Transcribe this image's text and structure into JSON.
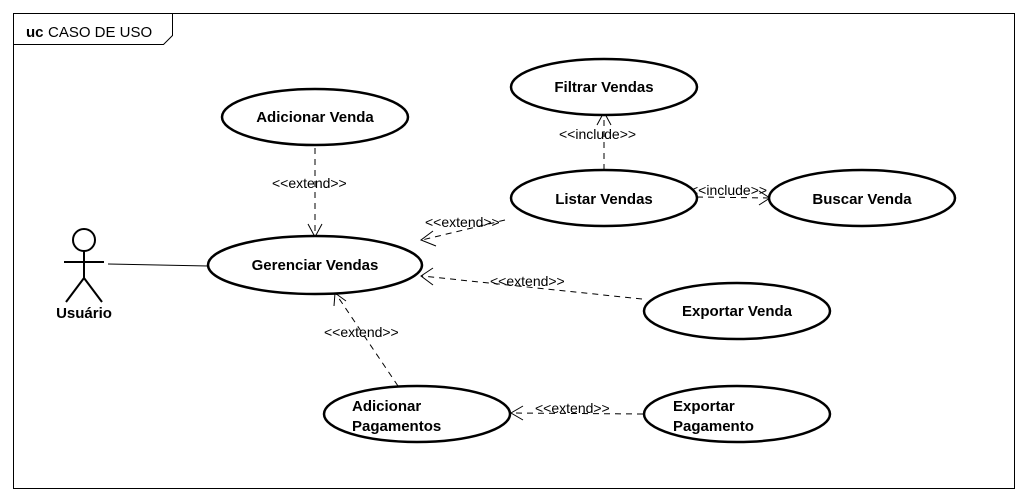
{
  "frame": {
    "keyword": "uc",
    "name": "CASO DE USO"
  },
  "actor": {
    "name": "Usuário"
  },
  "use_cases": {
    "adicionar_venda": [
      "Adicionar Venda"
    ],
    "gerenciar_vendas": [
      "Gerenciar Vendas"
    ],
    "filtrar_vendas": [
      "Filtrar Vendas"
    ],
    "listar_vendas": [
      "Listar Vendas"
    ],
    "buscar_venda": [
      "Buscar Venda"
    ],
    "exportar_venda": [
      "Exportar Venda"
    ],
    "adicionar_pagamentos": [
      "Adicionar",
      "Pagamentos"
    ],
    "exportar_pagamento": [
      "Exportar",
      "Pagamento"
    ]
  },
  "relations": {
    "extend_adicionar_venda": "<<extend>>",
    "extend_listar_vendas": "<<extend>>",
    "extend_exportar_venda": "<<extend>>",
    "extend_adicionar_pagamentos": "<<extend>>",
    "extend_exportar_pagamento": "<<extend>>",
    "include_filtrar_vendas": "<<include>>",
    "include_buscar_venda": "<<include>>"
  }
}
